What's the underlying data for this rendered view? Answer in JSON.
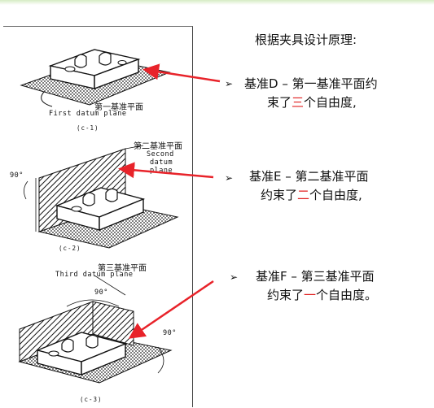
{
  "figure": {
    "c1_label_cn": "第一基准平面",
    "c1_label_en": "First datum plane",
    "c1_fig": "(c-1)",
    "c2_label_cn": "第二基准平面",
    "c2_label_en_1": "Second",
    "c2_label_en_2": "datum",
    "c2_label_en_3": "plane",
    "c2_angle": "90°",
    "c2_fig": "(c-2)",
    "c3_label_cn": "第三基准平面",
    "c3_label_en": "Third datum plane",
    "c3_angle_top": "90°",
    "c3_angle_right": "90°",
    "c3_fig": "(c-3)"
  },
  "text": {
    "title": "根据夹具设计原理:",
    "bullet_marker": "➢",
    "b1_pre": "基准D – 第一基准平面约",
    "b1_line2_pre": "束了",
    "b1_red": "三",
    "b1_line2_post": "个自由度,",
    "b2_pre": "基准E – 第二基准平面",
    "b2_line2_pre": "约束了",
    "b2_red": "二",
    "b2_line2_post": "个自由度,",
    "b3_pre": "基准F – 第三基准平面",
    "b3_line2_pre": "约束了",
    "b3_red": "一",
    "b3_line2_post": "个自由度。"
  },
  "colors": {
    "accent_red": "#e02020",
    "arrow_red": "#e8232a"
  }
}
